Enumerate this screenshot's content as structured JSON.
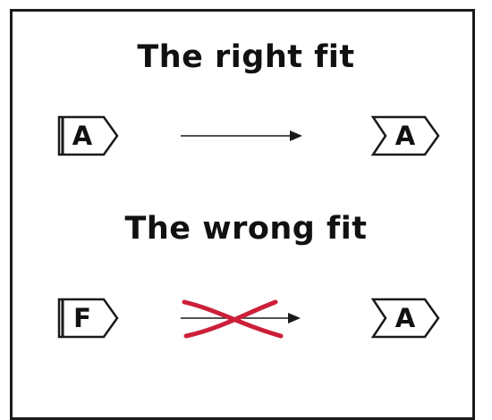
{
  "titles": {
    "right": "The right fit",
    "wrong": "The wrong fit"
  },
  "rows": [
    {
      "left_label": "A",
      "right_label": "A",
      "match": true
    },
    {
      "left_label": "F",
      "right_label": "A",
      "match": false
    }
  ],
  "colors": {
    "ink": "#1a1a1a",
    "cross": "#cc1f3a",
    "background": "#ffffff"
  },
  "icons": {
    "arrow": "arrow-right-icon",
    "cross": "cross-icon"
  }
}
